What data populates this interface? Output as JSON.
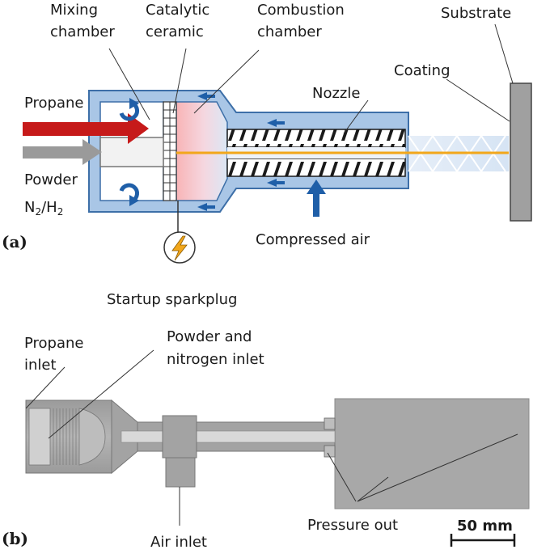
{
  "panel_a": {
    "panel_label": "(a)",
    "labels": {
      "mixing_chamber_line1": "Mixing",
      "mixing_chamber_line2": "chamber",
      "catalytic_ceramic_line1": "Catalytic",
      "catalytic_ceramic_line2": "ceramic",
      "combustion_chamber_line1": "Combustion",
      "combustion_chamber_line2": "chamber",
      "substrate": "Substrate",
      "coating": "Coating",
      "nozzle": "Nozzle",
      "propane": "Propane",
      "powder": "Powder",
      "n2h2_n": "N",
      "n2h2_sub1": "2",
      "n2h2_mid": "/H",
      "n2h2_sub2": "2",
      "compressed_air": "Compressed air",
      "startup_sparkplug": "Startup sparkplug"
    },
    "colors": {
      "chamber_fill": "#a9c6e6",
      "chamber_stroke": "#3d6fa8",
      "flow_arrow": "#1f5fa8",
      "propane_arrow": "#c61a1a",
      "powder_arrow": "#9a9a9a",
      "flame_axis": "#f2a71b",
      "substrate": "#a0a0a0",
      "combustion_glow": "#f7b9b9"
    }
  },
  "panel_b": {
    "panel_label": "(b)",
    "labels": {
      "propane_inlet_line1": "Propane",
      "propane_inlet_line2": "inlet",
      "powder_nitrogen_line1": "Powder and",
      "powder_nitrogen_line2": "nitrogen inlet",
      "air_inlet": "Air inlet",
      "pressure_out": "Pressure out",
      "scale_bar": "50 mm"
    },
    "colors": {
      "body_fill": "#a3a3a3",
      "body_dark": "#8a8a8a",
      "bore": "#d9d9d9"
    }
  }
}
